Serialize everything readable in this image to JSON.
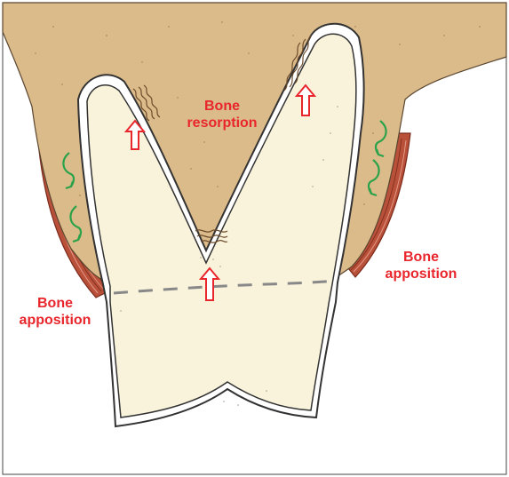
{
  "labels": {
    "resorption_line1": "Bone",
    "resorption_line2": "resorption",
    "apposition_right_line1": "Bone",
    "apposition_right_line2": "apposition",
    "apposition_left_line1": "Bone",
    "apposition_left_line2": "apposition"
  },
  "colors": {
    "bone": "#dcbb8a",
    "tooth": "#f9f3dc",
    "muscle": "#b8503a",
    "label": "#e8262c",
    "resorption_arrow": "#e8262c",
    "apposition_arrow": "#2aa24a"
  },
  "icons": {
    "resorption_arrow": "up-arrow-outline",
    "apposition_arrow": "curved-arrow"
  }
}
